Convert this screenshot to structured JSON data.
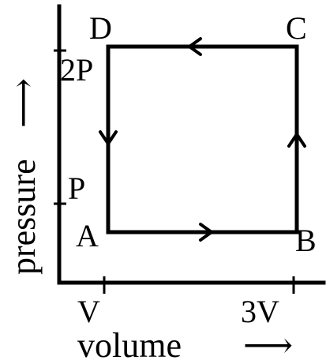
{
  "diagram": {
    "points": {
      "a": "A",
      "b": "B",
      "c": "C",
      "d": "D"
    },
    "y_ticks": {
      "low": "P",
      "high": "2P"
    },
    "x_ticks": {
      "low": "V",
      "high": "3V"
    },
    "axes": {
      "y_title": "pressure",
      "y_arrow": "⟶",
      "x_title": "volume",
      "x_arrow": "⟶"
    },
    "colors": {
      "ink": "#000000",
      "background": "#ffffff"
    }
  }
}
